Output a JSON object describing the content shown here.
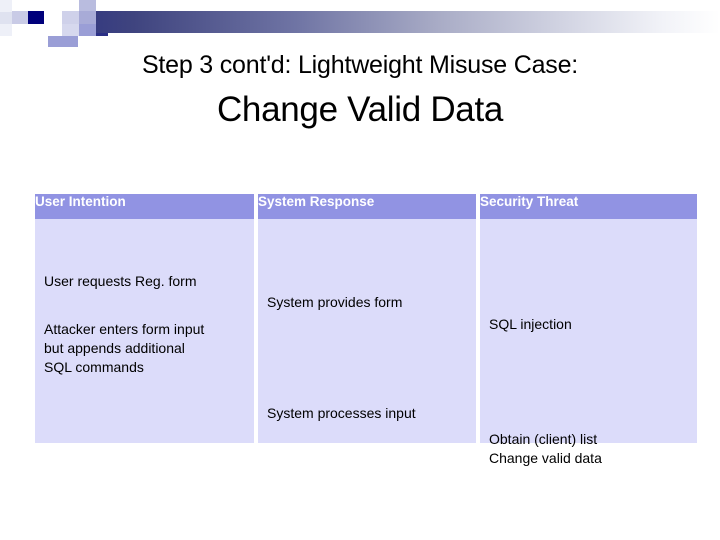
{
  "slide": {
    "title": "Step 3 cont'd: Lightweight Misuse Case:",
    "subtitle": "Change Valid Data"
  },
  "decoration": {
    "gradient_start_color": "#373c80",
    "gradient_end_color": "#ffffff",
    "square_colors": [
      "#00007b",
      "#9a9ed6",
      "#c7c9e6",
      "#dcdcee",
      "#2b2f86"
    ]
  },
  "table": {
    "header_color": "#9193e3",
    "body_color": "#dcdcfa",
    "columns": [
      {
        "header": "User Intention"
      },
      {
        "header": "System Response"
      },
      {
        "header": "Security Threat"
      }
    ],
    "cells": {
      "user_intention_1": "User requests Reg. form",
      "user_intention_2": "Attacker enters form input\nbut appends additional\nSQL commands",
      "system_response_1": "System provides form",
      "system_response_2": "System processes input",
      "security_threat_1": "SQL injection",
      "security_threat_2": "Obtain (client) list\nChange valid data"
    }
  }
}
